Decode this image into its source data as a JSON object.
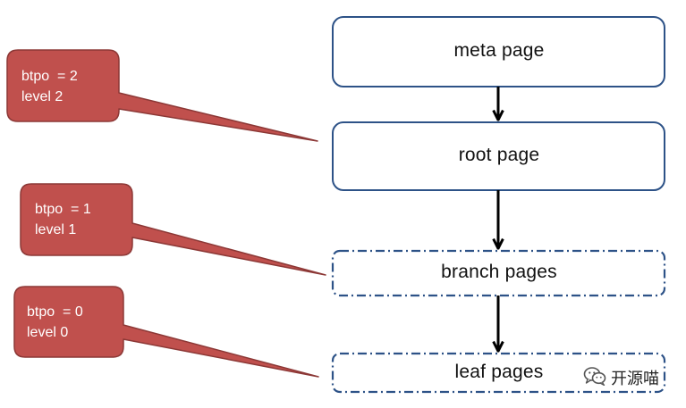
{
  "nodes": {
    "meta": {
      "label": "meta page"
    },
    "root": {
      "label": "root page"
    },
    "branch": {
      "label": "branch pages"
    },
    "leaf": {
      "label": "leaf pages"
    }
  },
  "callouts": {
    "level2": {
      "btpo": "btpo  = 2",
      "level": "level 2"
    },
    "level1": {
      "btpo": "btpo  = 1",
      "level": "level 1"
    },
    "level0": {
      "btpo": "btpo  = 0",
      "level": "level 0"
    }
  },
  "watermark": {
    "text": "开源喵",
    "icon": "wechat-logo"
  },
  "colors": {
    "node_border": "#2d5287",
    "callout_fill": "#c0504d",
    "callout_border": "#8c3836",
    "arrow": "#000000"
  }
}
